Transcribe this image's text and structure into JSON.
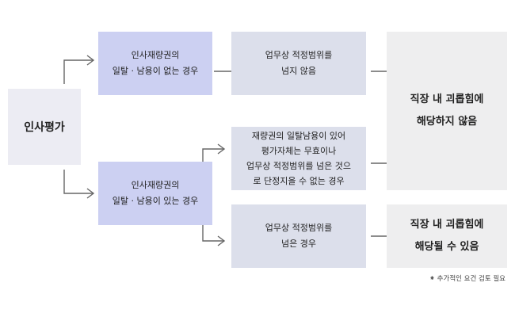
{
  "diagram": {
    "start": "인사평가",
    "cond_no_abuse": "인사재량권의\n일탈 · 남용이 없는 경우",
    "cond_abuse": "인사재량권의\n일탈 · 남용이 있는 경우",
    "within_scope": "업무상 적정범위를\n넘지 않음",
    "cannot_conclude": "재량권의 일탈남용이 있어\n평가자체는 무효이나\n업무상 적정범위를 넘은 것으\n로 단정지을 수 없는 경우",
    "beyond_scope": "업무상 적정범위를\n넘은 경우",
    "result_not_harassment": "직장 내 괴롭힘에\n해당하지 않음",
    "result_may_be_harassment": "직장 내 괴롭힘에\n해당될 수 있음",
    "note": "⁕ 추가적인 요건 검토 필요"
  }
}
